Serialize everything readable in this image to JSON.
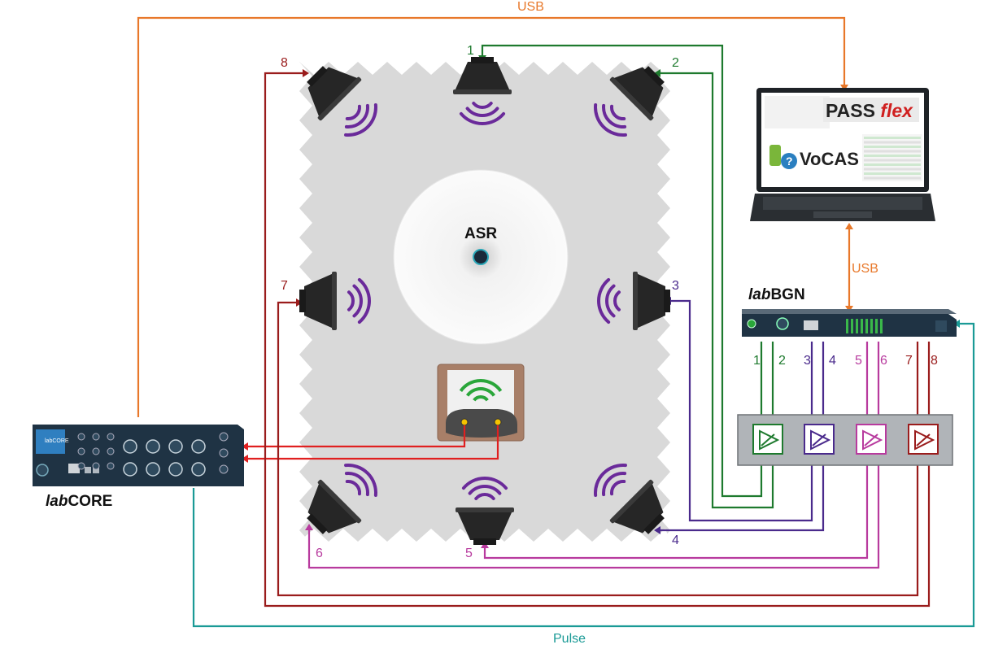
{
  "labels": {
    "usb_top": "USB",
    "usb_right": "USB",
    "pulse": "Pulse",
    "asr": "ASR"
  },
  "devices": {
    "labcore": {
      "italic": "lab",
      "bold": "CORE",
      "panel_text": "labCORE"
    },
    "labbgn": {
      "italic": "lab",
      "bold": "BGN"
    },
    "laptop": {
      "app1_main": "PASS",
      "app1_accent": "flex",
      "app2": "VoCAS"
    }
  },
  "speakers": {
    "s1": "1",
    "s2": "2",
    "s3": "3",
    "s4": "4",
    "s5": "5",
    "s6": "6",
    "s7": "7",
    "s8": "8"
  },
  "bgn_outputs": [
    "1",
    "2",
    "3",
    "4",
    "5",
    "6",
    "7",
    "8"
  ],
  "colors": {
    "usb": "#e8782a",
    "pulse": "#1a9a96",
    "ch12": "#1e7a2e",
    "ch34": "#4a2a8c",
    "ch56": "#b83a9e",
    "ch78": "#9a1c1c",
    "mic": "#e02020",
    "sound_wave": "#6a2a9a",
    "room": "#d9d9d9",
    "device_dark": "#1f3344"
  }
}
